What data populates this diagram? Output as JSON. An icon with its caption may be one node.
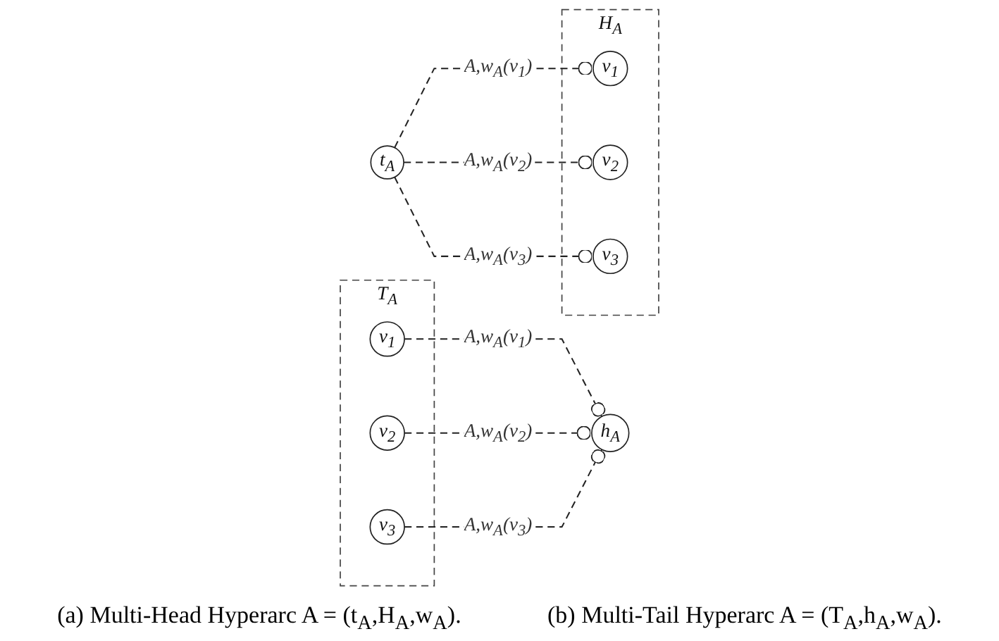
{
  "diagram": {
    "nodes": [
      {
        "text": [
          "t$_{A}$"
        ]
      },
      {
        "text": [
          "H$_{A}$"
        ]
      },
      {
        "text": [
          "v$_{1}$"
        ],
        "in": 1
      },
      {
        "text": [
          "v$_{2}$"
        ],
        "in": 1
      },
      {
        "text": [
          "v$_{3}$"
        ],
        "in": 1
      },
      {
        "text": [
          "T$_{A}$"
        ]
      },
      {
        "text": [
          "v$_{1}$"
        ],
        "in": 5
      },
      {
        "text": [
          "v$_{2}$"
        ],
        "in": 5
      },
      {
        "text": [
          "v$_{3}$"
        ],
        "in": 5
      },
      {
        "text": [
          "h$_{A}$"
        ]
      }
    ],
    "edges": [
      {
        "from": 0,
        "to": 2,
        "arrow": "other",
        "label": "A,w$_{A}$(v$_{1}$)",
        "style": "dashed"
      },
      {
        "from": 0,
        "to": 3,
        "arrow": "other",
        "label": "A,w$_{A}$(v$_{2}$)",
        "style": "dashed"
      },
      {
        "from": 0,
        "to": 4,
        "arrow": "other",
        "label": "A,w$_{A}$(v$_{3}$)",
        "style": "dashed"
      },
      {
        "from": 6,
        "to": 9,
        "arrow": "other",
        "label": "A,w$_{A}$(v$_{1}$)",
        "style": "dashed"
      },
      {
        "from": 7,
        "to": 9,
        "arrow": "other",
        "label": "A,w$_{A}$(v$_{2}$)",
        "style": "dashed"
      },
      {
        "from": 8,
        "to": 9,
        "arrow": "other",
        "label": "A,w$_{A}$(v$_{3}$)",
        "style": "dashed"
      }
    ],
    "labels": [
      "(a) Multi-Head Hyperarc A = (t$_{A}$,H$_{A}$,w$_{A}$).",
      "(b) Multi-Tail Hyperarc A = (T$_{A}$,h$_{A}$,w$_{A}$)."
    ]
  }
}
